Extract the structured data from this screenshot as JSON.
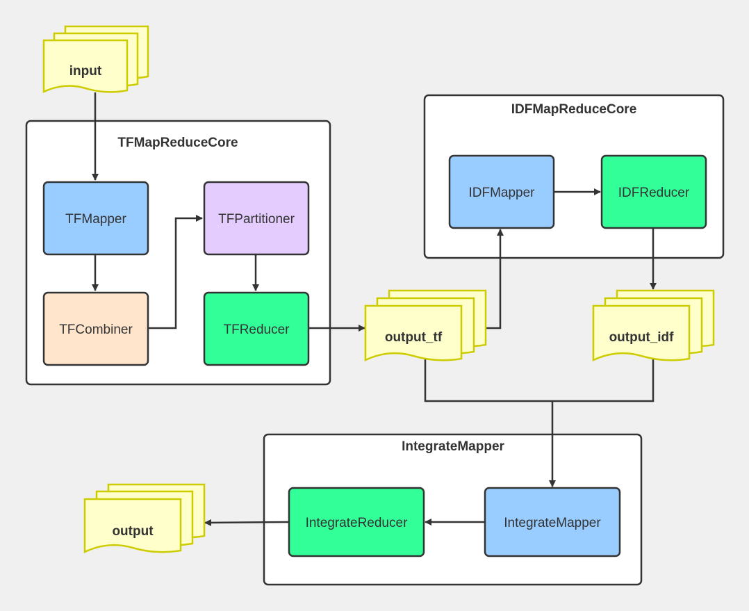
{
  "containers": {
    "tf_core": "TFMapReduceCore",
    "idf_core": "IDFMapReduceCore",
    "integrate_core": "IntegrateMapper"
  },
  "nodes": {
    "tf_mapper": "TFMapper",
    "tf_partitioner": "TFPartitioner",
    "tf_combiner": "TFCombiner",
    "tf_reducer": "TFReducer",
    "idf_mapper": "IDFMapper",
    "idf_reducer": "IDFReducer",
    "integrate_reducer": "IntegrateReducer",
    "integrate_mapper": "IntegrateMapper"
  },
  "documents": {
    "input": "input",
    "output_tf": "output_tf",
    "output_idf": "output_idf",
    "output": "output"
  },
  "colors": {
    "background": "#f0f0f0",
    "mapper": "#99ccff",
    "partitioner": "#e5ccff",
    "combiner": "#ffe5cc",
    "reducer": "#33ff99",
    "document_fill": "#ffffcc",
    "document_stroke": "#cccc00",
    "stroke": "#333333"
  }
}
